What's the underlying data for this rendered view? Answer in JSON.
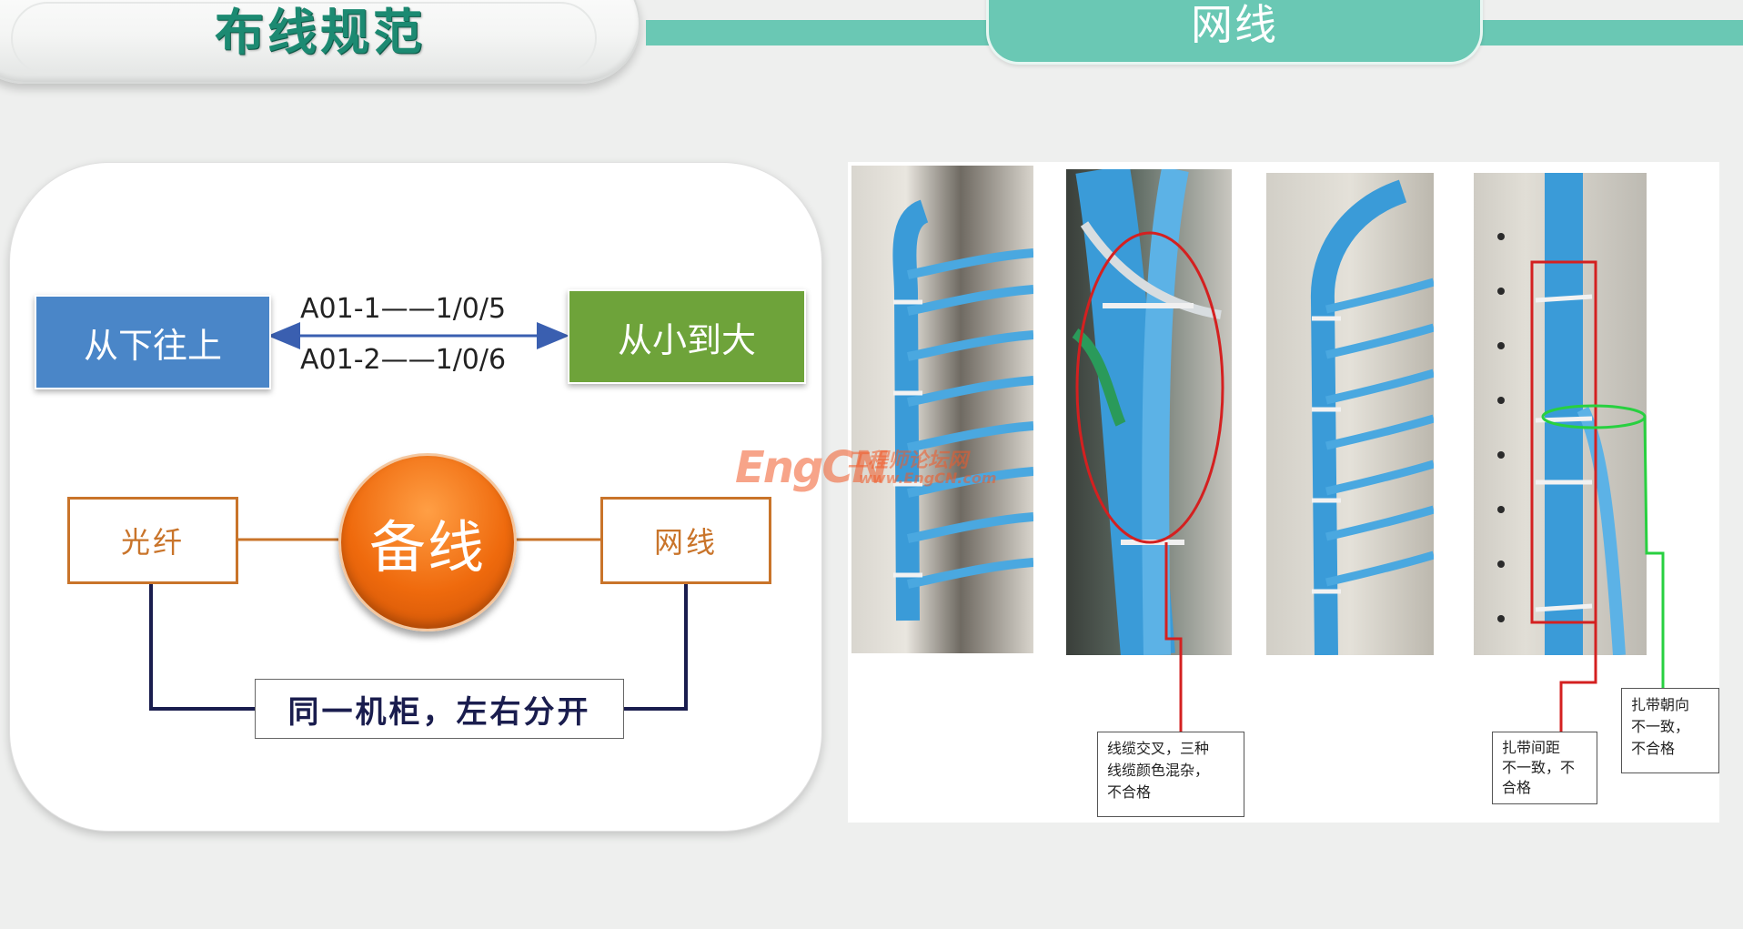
{
  "header": {
    "title": "布线规范",
    "section_tab": "网线"
  },
  "left_card": {
    "blue_box": "从下往上",
    "green_box": "从小到大",
    "mapping_line_1": "A01-1——1/0/5",
    "mapping_line_2": "A01-2——1/0/6",
    "fiber_box": "光纤",
    "center_circle": "备线",
    "network_box": "网线",
    "bottom_note": "同一机柜，左右分开"
  },
  "photos": {
    "caption_1": [
      "线缆交叉，三种",
      "线缆颜色混杂，",
      "不合格"
    ],
    "caption_2": [
      "扎带间距",
      "不一致，不",
      "合格"
    ],
    "caption_3": [
      "扎带朝向",
      "不一致，",
      "不合格"
    ]
  },
  "watermark": {
    "logo": "EngCN",
    "cn_text": "工程师论坛网",
    "url": "www.EngCN.com"
  },
  "colors": {
    "teal": "#6ac8b4",
    "title_green": "#1c8a72",
    "blue": "#4a86c8",
    "green": "#6ea33a",
    "orange": "#ef6a0d",
    "annotation_red": "#d42020",
    "annotation_green": "#28d040"
  }
}
